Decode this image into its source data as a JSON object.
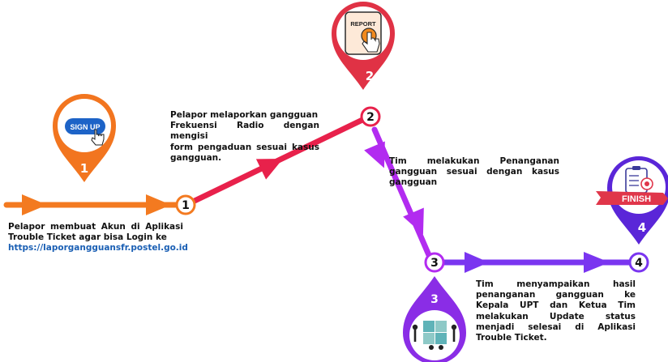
{
  "colors": {
    "orange": "#f37a20",
    "red": "#e8214b",
    "violet": "#b22bf0",
    "purple": "#7a35f0",
    "pin_orange": "#f2751f",
    "pin_red": "#e03245",
    "pin_purple": "#8a2de6",
    "pin_indigo": "#5a26d8",
    "link": "#1a5fb4"
  },
  "steps": [
    {
      "node": "1",
      "pin": "1",
      "icon": "sign-up-button-icon",
      "badge": "SIGN UP",
      "desc": [
        "Pelapor membuat Akun di Aplikasi",
        "Trouble Ticket agar bisa Login ke"
      ],
      "link": "https://laporgangguansfr.postel.go.id"
    },
    {
      "node": "2",
      "pin": "2",
      "icon": "report-button-icon",
      "badge": "REPORT",
      "desc": [
        "Pelapor melaporkan gangguan",
        "Frekuensi Radio dengan mengisi",
        "form pengaduan sesuai kasus",
        "gangguan."
      ]
    },
    {
      "node": "3",
      "pin": "3",
      "icon": "team-puzzle-icon",
      "desc": [
        "Tim melakukan Penanganan",
        "gangguan sesuai dengan kasus",
        "gangguan"
      ]
    },
    {
      "node": "4",
      "pin": "4",
      "icon": "checklist-target-icon",
      "badge": "FINISH",
      "desc": [
        "Tim menyampaikan hasil",
        "penanganan gangguan ke",
        "Kepala UPT dan Ketua Tim",
        "melakukan Update status",
        "menjadi selesai di Aplikasi",
        "Trouble Ticket."
      ]
    }
  ]
}
